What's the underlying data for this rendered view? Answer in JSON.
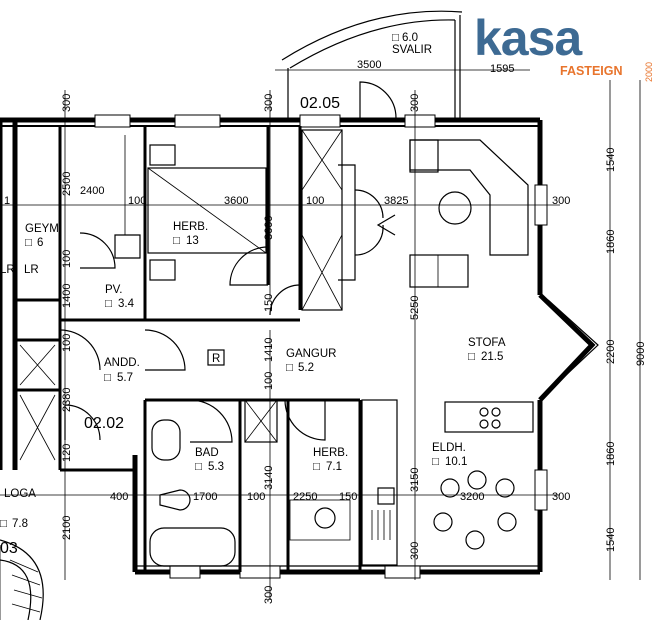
{
  "logo": {
    "name": "kasa",
    "subtitle": "FASTEIGN",
    "year": "2000",
    "brand_color": "#3d6a93",
    "accent_color": "#e8742c"
  },
  "units": {
    "unit_main": "02.05",
    "unit_left": "02.02",
    "unit_bottom": "03"
  },
  "rooms": {
    "svalir": {
      "name": "SVALIR",
      "area": "6.0"
    },
    "herb_top": {
      "name": "HERB.",
      "area": "13"
    },
    "geym": {
      "name": "GEYM.",
      "area": "6"
    },
    "pv": {
      "name": "PV.",
      "area": "3.4"
    },
    "andd": {
      "name": "ANDD.",
      "area": "5.7"
    },
    "gangur": {
      "name": "GANGUR",
      "area": "5.2"
    },
    "stofa": {
      "name": "STOFA",
      "area": "21.5"
    },
    "bad": {
      "name": "BAD",
      "area": "5.3"
    },
    "herb_bottom": {
      "name": "HERB.",
      "area": "7.1"
    },
    "eldh": {
      "name": "ELDH.",
      "area": "10.1"
    },
    "loga": {
      "name": "LOGA",
      "area": "7.8"
    },
    "lr_left": "LR",
    "lr_right": "LR",
    "r_marker": "R",
    "area_marker": "□"
  },
  "dimensions": {
    "d3500": "3500",
    "d1595": "1595",
    "d300_a": "300",
    "d300_b": "300",
    "d300_c": "300",
    "d2500": "2500",
    "d2400": "2400",
    "d100_a": "100",
    "d3600": "3600",
    "d100_b": "100",
    "d3825": "3825",
    "d300_d": "300",
    "d3600_v": "3600",
    "d100_c": "100",
    "d150_a": "150",
    "d1400": "1400",
    "d100_d": "100",
    "d5250": "5250",
    "d1410": "1410",
    "d100_e": "100",
    "d2380": "2380",
    "d120": "120",
    "d400": "400",
    "d1700": "1700",
    "d100_f": "100",
    "d2250": "2250",
    "d150_b": "150",
    "d3140": "3140",
    "d3150": "3150",
    "d3200": "3200",
    "d300_e": "300",
    "d300_f": "300",
    "d2100": "2100",
    "d300_g": "300",
    "d1540_a": "1540",
    "d1860_a": "1860",
    "d2200": "2200",
    "d1860_b": "1860",
    "d1540_b": "1540",
    "d9000": "9000",
    "d2000_a": "2000",
    "d1": "1"
  }
}
